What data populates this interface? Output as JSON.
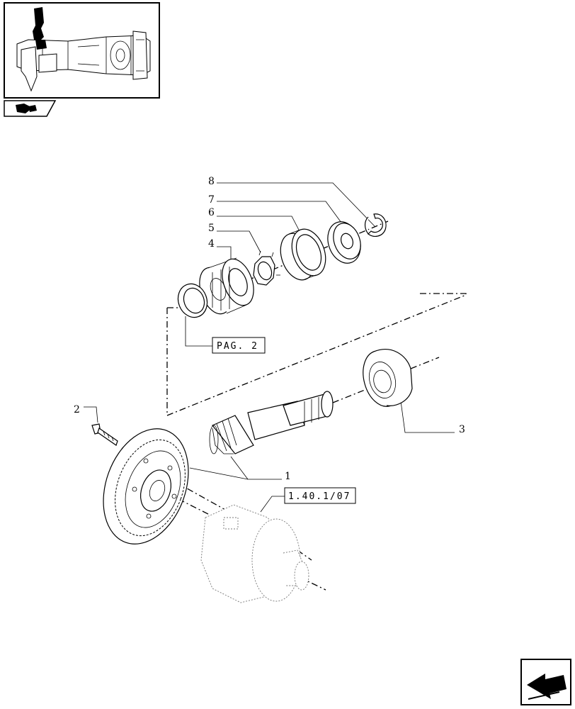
{
  "callouts": [
    {
      "id": "1",
      "label": "1"
    },
    {
      "id": "2",
      "label": "2"
    },
    {
      "id": "3",
      "label": "3"
    },
    {
      "id": "4",
      "label": "4"
    },
    {
      "id": "5",
      "label": "5"
    },
    {
      "id": "6",
      "label": "6"
    },
    {
      "id": "7",
      "label": "7"
    },
    {
      "id": "8",
      "label": "8"
    }
  ],
  "references": {
    "page_ref": "PAG. 2",
    "section_ref": "1.40.1/07"
  },
  "icons": {
    "thumbnail": "axle-assembly-thumbnail",
    "book": "book-icon",
    "nav": "next-page-arrow-icon"
  }
}
